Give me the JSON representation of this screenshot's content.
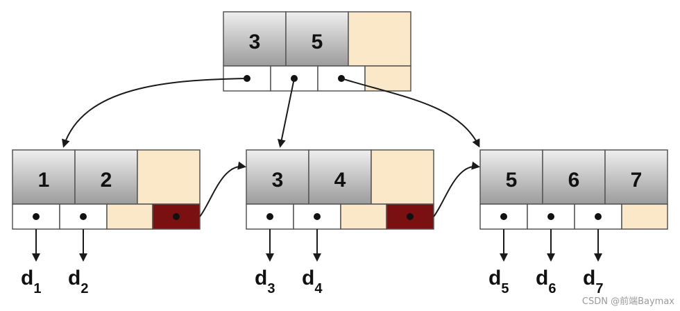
{
  "diagram": {
    "root": {
      "keys": [
        "3",
        "5",
        ""
      ]
    },
    "leaves": [
      {
        "keys": [
          "1",
          "2",
          ""
        ]
      },
      {
        "keys": [
          "3",
          "4",
          ""
        ]
      },
      {
        "keys": [
          "5",
          "6",
          "7"
        ]
      }
    ],
    "data_labels": [
      {
        "base": "d",
        "sub": "1"
      },
      {
        "base": "d",
        "sub": "2"
      },
      {
        "base": "d",
        "sub": "3"
      },
      {
        "base": "d",
        "sub": "4"
      },
      {
        "base": "d",
        "sub": "5"
      },
      {
        "base": "d",
        "sub": "6"
      },
      {
        "base": "d",
        "sub": "7"
      }
    ],
    "colors": {
      "key_cell": "#b9b9b9",
      "empty_cell": "#fbe8c8",
      "pointer_cell": "#ffffff",
      "next_leaf_pointer": "#7a1010",
      "border": "#555555",
      "arrow": "#1a1a1a"
    }
  },
  "watermark": "CSDN @前端Baymax"
}
